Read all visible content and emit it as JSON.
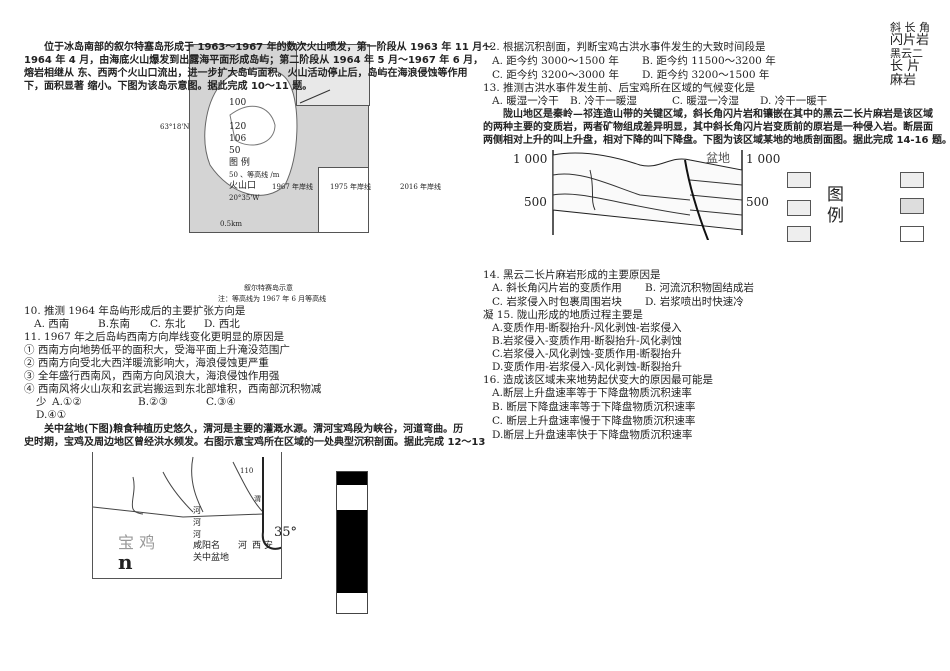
{
  "intro1": {
    "lines": [
      "位于冰岛南部的叙尔特塞岛形成于 1963～1967 年的数次火山喷发，第一阶段从 1963 年 11  月～",
      "1964   年 4 月，由海底火山爆发到出露海平面形成岛屿；第二阶段从 1964 年 5 月～1967 年 6 月，",
      "熔岩相继从   东、西两个火山口流出，进一步扩大岛屿面积。火山活动停止后，岛屿在海浪侵蚀等作用",
      "下，面积显著   缩小。下图为该岛示意图。据此完成 10～11 题。"
    ]
  },
  "map1": {
    "labels": [
      "100",
      "120",
      "106",
      "50",
      "图   例",
      "50 、等高线 /m",
      "火山口",
      "1967 年岸线",
      "1975 年岸线",
      "2016 年岸线",
      "20°35'W",
      "63°18'N",
      "0.5km"
    ],
    "caption": "叙尔特赛岛示意",
    "note": "注：等高线为 1967 年 6 月等高线"
  },
  "q10": {
    "stem": "10. 推测 1964 年岛屿形成后的主要扩张方向是",
    "options": [
      "A. 西南",
      "B.东南",
      "C. 东北",
      "D. 西北"
    ]
  },
  "q11": {
    "stem": "11. 1967 年之后岛屿西南方向岸线变化更明显的原因是",
    "items": [
      "① 西南方向地势低平的面积大，受海平面上升淹没范围广",
      "② 西南方向受北大西洋暖流影响大，海浪侵蚀更严重",
      "③ 全年盛行西南风，西南方向风浪大，海浪侵蚀作用强",
      "④ 西南风将火山灰和玄武岩搬运到东北部堆积，西南部沉积物减"
    ],
    "wrap": "少",
    "options": [
      "A.①②",
      "B.②③",
      "C.③④",
      "D.④①"
    ]
  },
  "intro2": {
    "lines": [
      "关中盆地(下图)粮食种植历史悠久，渭河是主要的灌溉水源。渭河宝鸡段为峡谷，河道弯曲。历",
      "史时期，宝鸡及周边地区曾经洪水频发。右图示意宝鸡所在区域的一处典型沉积剖面。据此完成 12～13"
    ]
  },
  "map2": {
    "labels": [
      "110",
      "渭",
      "河",
      "河",
      "河",
      "35°",
      "宝 鸡",
      "咸阳名",
      "河",
      "西 安",
      "关中盆地",
      "n"
    ]
  },
  "q12": {
    "stem": "12.  根据沉积剖面，判断宝鸡古洪水事件发生的大致时间段是",
    "options": [
      "A.  距今约 3000～1500 年",
      "B.  距今约 11500～3200 年",
      "C.  距今约 3200～3000 年",
      "D.  距今约 3200～1500 年"
    ]
  },
  "q13": {
    "stem": "13.  推测古洪水事件发生前、后宝鸡所在区域的气候变化是",
    "options": [
      "A.  暖湿一冷干",
      "B.  冷干一暖湿",
      "C.  暖湿一冷湿",
      "D.  冷干一暖干"
    ]
  },
  "intro3": {
    "lines": [
      "陇山地区是秦岭—祁连造山带的关键区域，斜长角闪片岩和镶嵌在其中的黑云二长片麻岩是该区域",
      "的两种主要的变质岩，两者矿物组成差异明显，其中斜长角闪片岩变质前的原岩是一种侵入岩。断层面",
      "两侧相对上升的叫上升盘，相对下降的叫下降盘。下图为该区域某地的地质剖面图。据此完成 14-16 题。"
    ]
  },
  "section": {
    "left_ticks": [
      "1 000",
      "500"
    ],
    "right_ticks": [
      "1 000",
      "500"
    ],
    "basin": "盆地",
    "legend_title": "图\n例"
  },
  "side_legend": [
    "斜 长 角",
    "闪片岩",
    "黑云二",
    "长  片",
    "麻岩"
  ],
  "q14": {
    "stem": "14.  黑云二长片麻岩形成的主要原因是",
    "options": [
      "A.  斜长角闪片岩的变质作用",
      "B.  河流沉积物固结成岩",
      "C.  岩浆侵入时包裹周围岩块",
      "D.  岩浆喷出时快速冷"
    ]
  },
  "q15": {
    "stem": "凝  15.  陇山形成的地质过程主要是",
    "options": [
      "A.变质作用-断裂抬升-风化剥蚀-岩浆侵入",
      "B.岩浆侵入-变质作用-断裂抬升-风化剥蚀",
      "C.岩浆侵入-风化剥蚀-变质作用-断裂抬升",
      "D.变质作用-岩浆侵入-风化剥蚀-断裂抬升"
    ]
  },
  "q16": {
    "stem": "16. 造成该区域未来地势起伏变大的原因最可能是",
    "options": [
      "A.断层上升盘速率等于下降盘物质沉积速率",
      "B. 断层下降盘速率等于下降盘物质沉积速率",
      "C. 断层上升盘速率慢于下降盘物质沉积速率",
      "D.断层上升盘速率快于下降盘物质沉积速率"
    ]
  }
}
